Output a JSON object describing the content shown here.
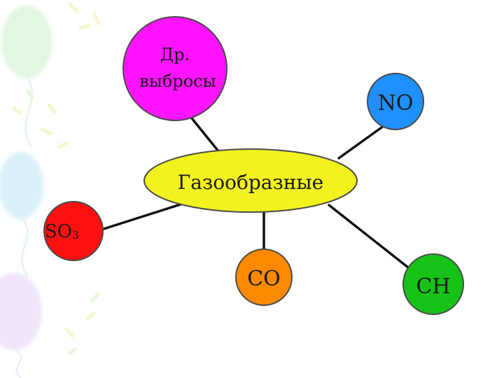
{
  "diagram": {
    "center": {
      "label": "Газообразные",
      "color": "#f2f21e"
    },
    "nodes": [
      {
        "id": "other",
        "label_line1": "Др.",
        "label_line2": "выбросы",
        "color": "#ff14ff"
      },
      {
        "id": "no",
        "label": "NO",
        "color": "#1e90ff"
      },
      {
        "id": "so3",
        "label": "SO",
        "subscript": "3",
        "color": "#ff1010"
      },
      {
        "id": "co",
        "label": "CO",
        "color": "#ff8a00"
      },
      {
        "id": "ch",
        "label": "CH",
        "color": "#16c216"
      }
    ],
    "line_color": "#111111",
    "outline_color": "#4a4a4a"
  }
}
